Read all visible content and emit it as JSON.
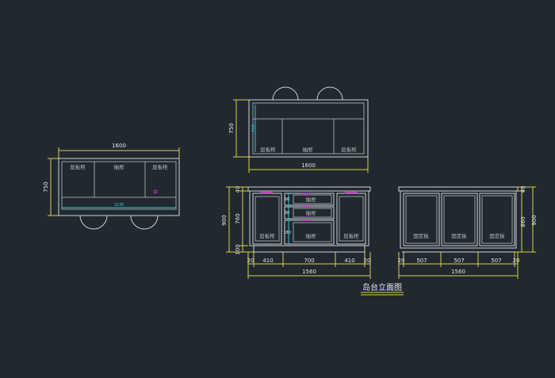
{
  "colors": {
    "background": "#212830",
    "outline": "#cfd3d6",
    "dimension": "#d8d24a",
    "cyan": "#2fc7d0",
    "magenta": "#c23fc0"
  },
  "plan_view": {
    "width_dim": "1600",
    "depth_dim": "750",
    "inner_dim": "1535",
    "labels": [
      "层板柜",
      "抽屉",
      "层板柜"
    ]
  },
  "top_view": {
    "width_dim": "1600",
    "depth_dim": "750",
    "inner_dim": "710",
    "labels": [
      "层板柜",
      "抽屉",
      "层板柜"
    ]
  },
  "front_elevation": {
    "height_dims": [
      "40",
      "760",
      "100"
    ],
    "total_height": "900",
    "width_dims": [
      "20",
      "410",
      "700",
      "410",
      "20"
    ],
    "total_width": "1560",
    "drawer_dims": [
      "90",
      "90",
      "180"
    ],
    "labels": {
      "left": "层板柜",
      "drawers": [
        "抽屉",
        "抽屉",
        "抽屉"
      ],
      "right": "层板柜"
    }
  },
  "back_elevation": {
    "height_dims": [
      "40",
      "860"
    ],
    "total_height": "900",
    "width_dims": [
      "20",
      "507",
      "507",
      "507",
      "20"
    ],
    "total_width": "1560",
    "labels": [
      "固定板",
      "固定板",
      "固定板"
    ]
  },
  "drawing_title": "岛台立面图"
}
